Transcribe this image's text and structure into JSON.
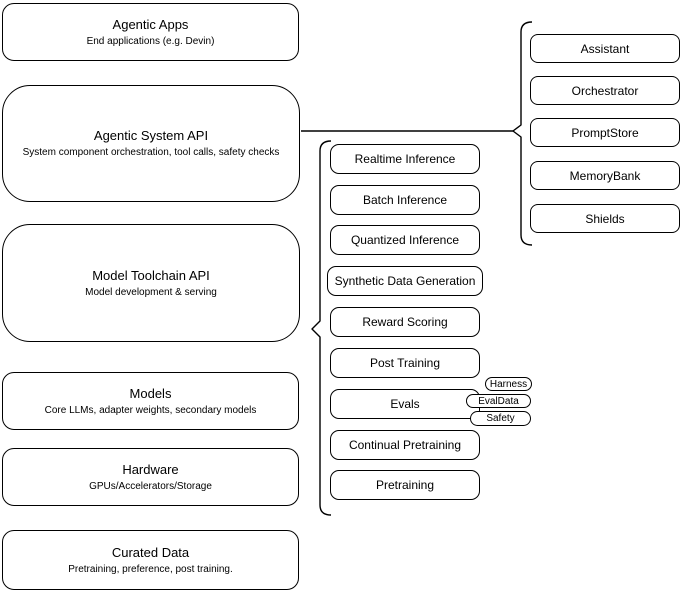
{
  "diagram": {
    "layers": {
      "boxes": [
        {
          "title": "Agentic Apps",
          "subtitle": "End applications (e.g. Devin)"
        },
        {
          "title": "Agentic System API",
          "subtitle": "System component orchestration, tool calls, safety checks"
        },
        {
          "title": "Model Toolchain API",
          "subtitle": "Model development & serving"
        },
        {
          "title": "Models",
          "subtitle": "Core LLMs, adapter weights, secondary models"
        },
        {
          "title": "Hardware",
          "subtitle": "GPUs/Accelerators/Storage"
        },
        {
          "title": "Curated Data",
          "subtitle": "Pretraining, preference, post training."
        }
      ]
    },
    "toolchain_components": {
      "boxes": [
        "Realtime Inference",
        "Batch Inference",
        "Quantized Inference",
        "Synthetic Data Generation",
        "Reward Scoring",
        "Post Training",
        "Evals",
        "Continual Pretraining",
        "Pretraining"
      ],
      "eval_pills": [
        "Harness",
        "EvalData",
        "Safety"
      ]
    },
    "system_components": {
      "boxes": [
        "Assistant",
        "Orchestrator",
        "PromptStore",
        "MemoryBank",
        "Shields"
      ]
    },
    "colors": {
      "stroke": "#000000",
      "background": "#ffffff",
      "text": "#000000"
    }
  }
}
